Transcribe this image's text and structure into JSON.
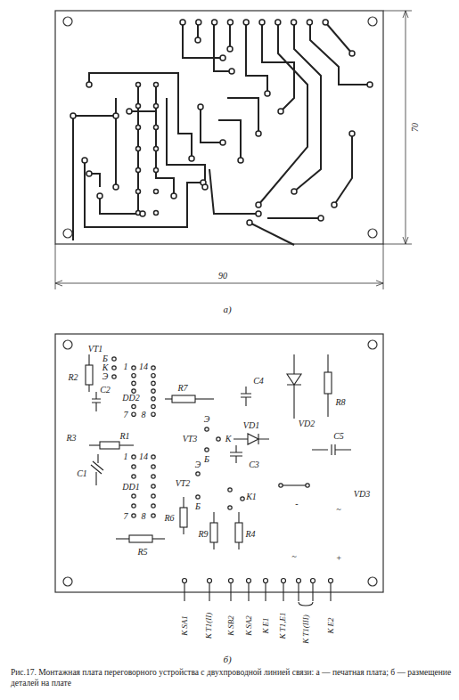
{
  "diagram": {
    "caption": "Рис.17. Монтажная плата переговорного устройства с двухпроводной линией связи: а — печатная плата; б — размещение деталей на плате",
    "labels": [
      "70",
      "90",
      "а)",
      "VT1",
      "Б",
      "К",
      "Э",
      "R2",
      "C2",
      "1",
      "14",
      "DD2",
      "7",
      "8",
      "C4",
      "VD2",
      "R8",
      "R7",
      "R3",
      "R1",
      "1",
      "14",
      "VT3",
      "Э",
      "К",
      "Б",
      "VD1",
      "C3",
      "C5",
      "C1",
      "DD1",
      "7",
      "8",
      "VT2",
      "Э",
      "Б",
      "R6",
      "K1",
      "R9",
      "R4",
      "R5",
      "VD3",
      "~",
      "~",
      "+",
      "-",
      "К SA1",
      "К Т1(II)",
      "К SB2",
      "К SA2",
      "К E1",
      "К Т1,E1",
      "К Т1(III)",
      "К E2",
      "б)"
    ]
  }
}
